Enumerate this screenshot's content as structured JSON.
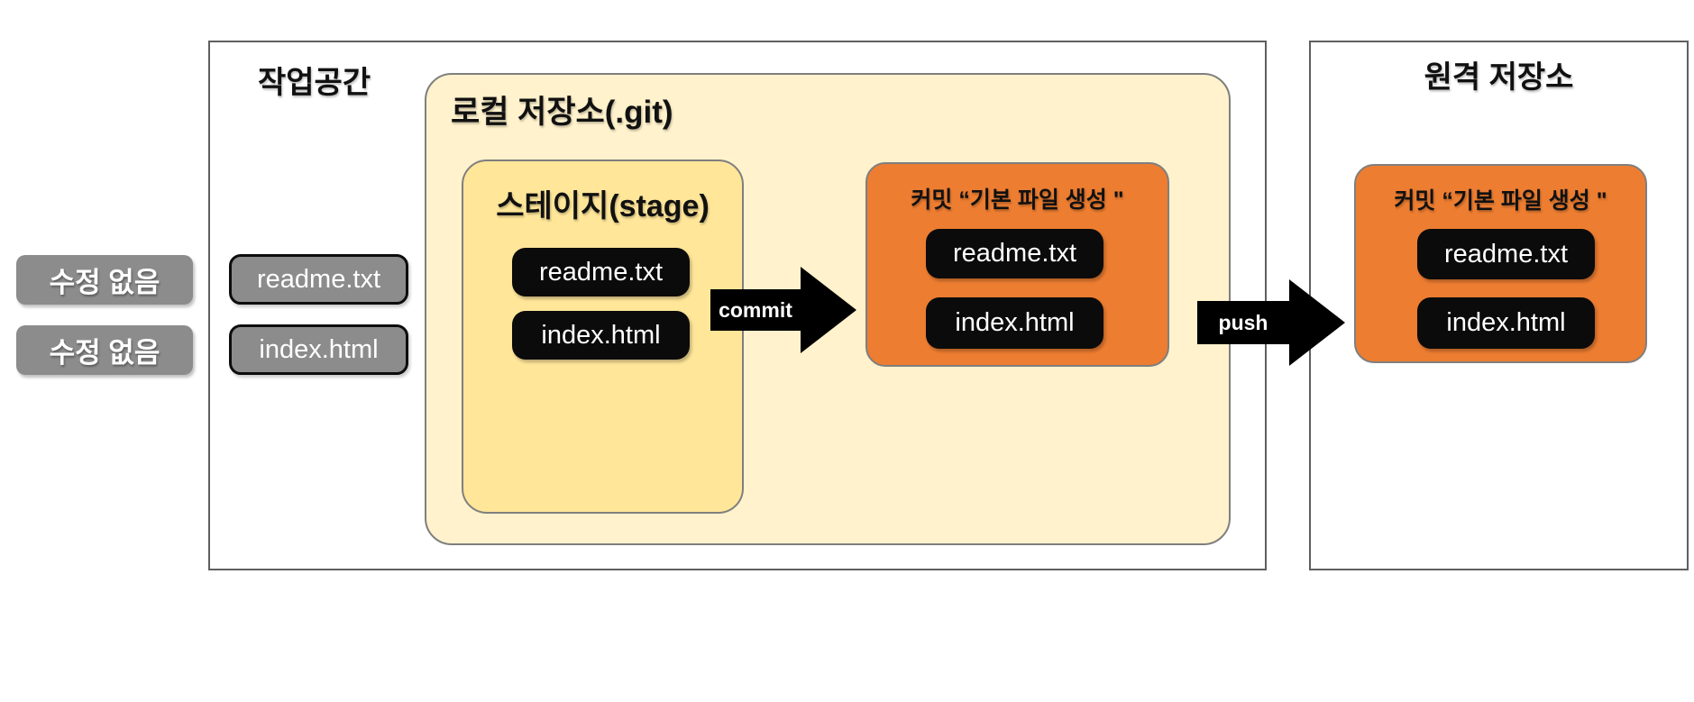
{
  "diagram": {
    "status_badges": [
      "수정 없음",
      "수정 없음"
    ],
    "workspace": {
      "title": "작업공간",
      "files": [
        "readme.txt",
        "index.html"
      ]
    },
    "local_repo": {
      "title": "로컬 저장소(.git)",
      "stage": {
        "title": "스테이지(stage)",
        "files": [
          "readme.txt",
          "index.html"
        ]
      },
      "commit": {
        "title": "커밋 “기본 파일 생성 \"",
        "files": [
          "readme.txt",
          "index.html"
        ]
      }
    },
    "remote_repo": {
      "title": "원격 저장소",
      "commit": {
        "title": "커밋 “기본 파일 생성 \"",
        "files": [
          "readme.txt",
          "index.html"
        ]
      }
    },
    "arrows": {
      "commit_label": "commit",
      "push_label": "push"
    },
    "colors": {
      "orange": "#ED7D31",
      "local_repo_cream": "#FFF2CC",
      "stage_yellow": "#FFE699",
      "badge_gray": "#8C8C8C",
      "file_black": "#0B0B0B",
      "arrow_black": "#000000"
    }
  }
}
